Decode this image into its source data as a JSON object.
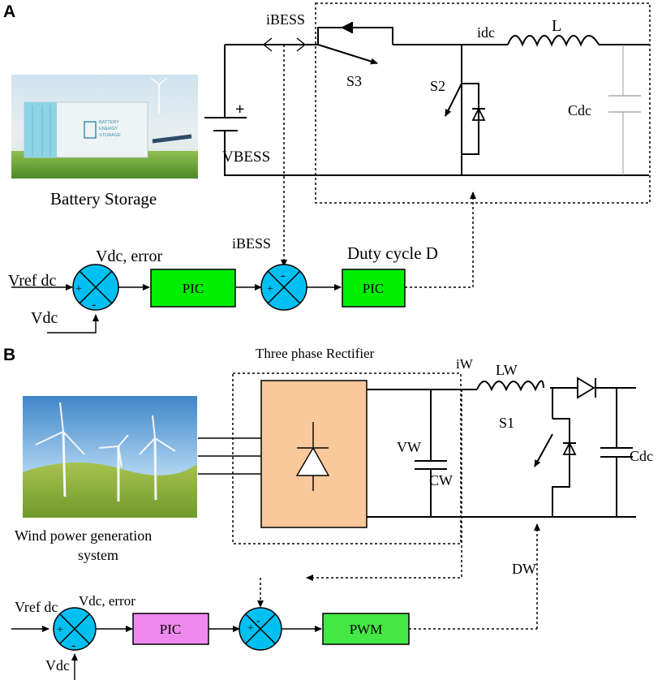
{
  "panel_a": {
    "label": "A",
    "i_bess_top": "iBESS",
    "i_dc": "idc",
    "inductor": "L",
    "s3": "S3",
    "s2": "S2",
    "c_dc": "Cdc",
    "plus": "+",
    "v_bess": "VBESS",
    "battery_caption": "Battery Storage",
    "image_label_1": "BATTERY",
    "image_label_2": "ENERGY",
    "image_label_3": "STORAGE",
    "v_ref_dc": "Vref dc",
    "v_dc_error": "Vdc, error",
    "v_dc": "Vdc",
    "pic_1": "PIC",
    "i_bess_ctrl": "iBESS",
    "pic_2": "PIC",
    "duty_cycle": "Duty cycle D",
    "sum1_plus": "+",
    "sum1_minus": "-",
    "sum2_plus": "+",
    "sum2_minus": "-",
    "colors": {
      "summer": "#00c0f2",
      "pic_block": "#00ee00"
    }
  },
  "panel_b": {
    "label": "B",
    "rectifier_title": "Three phase Rectifier",
    "i_w": "iW",
    "l_w": "LW",
    "s1": "S1",
    "v_w": "VW",
    "c_w": "CW",
    "c_dc": "Cdc",
    "wind_caption_1": "Wind power generation",
    "wind_caption_2": "system",
    "d_w": "DW",
    "v_ref_dc": "Vref dc",
    "v_dc_error": "Vdc, error",
    "v_dc": "Vdc",
    "pic": "PIC",
    "pwm": "PWM",
    "sum1_plus": "+",
    "sum1_minus": "-",
    "sum2_plus": "+",
    "sum2_minus": "-",
    "colors": {
      "summer": "#00c0f2",
      "pic_block": "#ef88ef",
      "pwm_block": "#44e844",
      "rectifier": "#f9c89b"
    }
  }
}
